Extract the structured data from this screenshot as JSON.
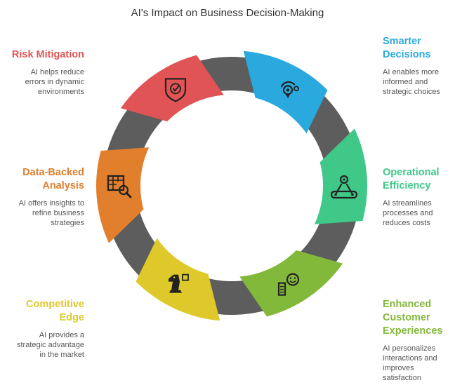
{
  "title": "AI's Impact on Business Decision-Making",
  "colors": {
    "ring": "#5d5d5d",
    "smarter": "#2aa9de",
    "operational": "#3fc888",
    "customer": "#83b93b",
    "competitive": "#dfc92a",
    "data": "#e17f2d",
    "risk": "#e05455"
  },
  "segments": [
    {
      "id": "smarter",
      "title": "Smarter\nDecisions",
      "description": "AI enables more\ninformed and\nstrategic choices",
      "icon": "target-pin-icon"
    },
    {
      "id": "operational",
      "title": "Operational\nEfficiency",
      "description": "AI streamlines\nprocesses and\nreduces costs",
      "icon": "conveyor-gear-icon"
    },
    {
      "id": "customer",
      "title": "Enhanced\nCustomer\nExperiences",
      "description": "AI personalizes\ninteractions and\nimproves\nsatisfaction",
      "icon": "building-smile-icon"
    },
    {
      "id": "competitive",
      "title": "Competitive\nEdge",
      "description": "AI provides a\nstrategic advantage\nin the market",
      "icon": "chess-knight-icon"
    },
    {
      "id": "data",
      "title": "Data-Backed\nAnalysis",
      "description": "AI offers insights to\nrefine business\nstrategies",
      "icon": "table-magnifier-icon"
    },
    {
      "id": "risk",
      "title": "Risk Mitigation",
      "description": "AI helps reduce\nerrors in dynamic\nenvironments",
      "icon": "shield-check-icon"
    }
  ]
}
